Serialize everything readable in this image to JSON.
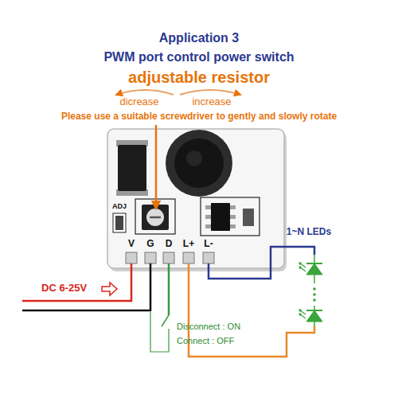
{
  "diagram": {
    "title": "Application 3",
    "labels": [
      "PWM port control power switch",
      "adjustable resistor",
      "dicrease",
      "increase",
      "Please use a suitable screwdriver to gently and slowly rotate",
      "ADJ",
      "V",
      "G",
      "D",
      "L+",
      "L-",
      "1~N LEDs",
      "DC 6-25V",
      "Disconnect : ON",
      "Connect : OFF"
    ]
  }
}
